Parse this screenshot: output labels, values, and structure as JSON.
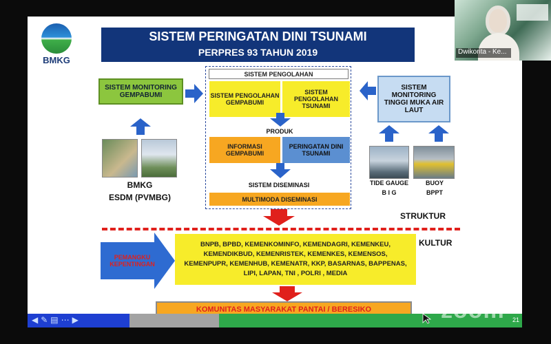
{
  "slide": {
    "logo_text": "BMKG",
    "banner": {
      "title": "SISTEM PERINGATAN DINI TSUNAMI",
      "subtitle": "PERPRES 93 TAHUN 2019"
    },
    "left": {
      "monitoring_gempa": "SISTEM MONITORING GEMPABUMI",
      "bmkg_label": "BMKG",
      "esdm_label": "ESDM (PVMBG)"
    },
    "center": {
      "pengolahan_header": "SISTEM PENGOLAHAN",
      "pengolahan_gempa": "SISTEM PENGOLAHAN GEMPABUMI",
      "pengolahan_tsunami": "SISTEM PENGOLAHAN TSUNAMI",
      "produk": "PRODUK",
      "info_gempa": "INFORMASI GEMPABUMI",
      "peringatan_tsunami": "PERINGATAN DINI TSUNAMI",
      "diseminasi": "SISTEM DISEMINASI",
      "multimoda": "MULTIMODA DISEMINASI"
    },
    "right": {
      "monitoring_air": "SISTEM MONITORING TINGGI MUKA AIR LAUT",
      "tide_gauge": "TIDE GAUGE",
      "big": "B I G",
      "buoy": "BUOY",
      "bppt": "BPPT"
    },
    "struktur": "STRUKTUR",
    "kultur": "KULTUR",
    "arrow_label": "PEMANGKU KEPENTINGAN",
    "stakeholders": "BNPB, BPBD, KEMENKOMINFO, KEMENDAGRI, KEMENKEU, KEMENDIKBUD, KEMENRISTEK, KEMENKES, KEMENSOS, KEMENPUPR, KEMENHUB, KEMENATR, KKP, BASARNAS, BAPPENAS, LIPI, LAPAN, TNI , POLRI , MEDIA",
    "komunitas": "KOMUNITAS MASYARAKAT PANTAI / BERESIKO",
    "page_number": "21"
  },
  "video": {
    "participant": "Dwikorita - Ke..."
  },
  "zoom_watermark": "zoom",
  "colors": {
    "banner": "#12357a",
    "green": "#8cc63e",
    "yellow": "#f7ec2a",
    "orange": "#f7a721",
    "blue_arrow": "#2a63c9",
    "red": "#e0201c"
  }
}
